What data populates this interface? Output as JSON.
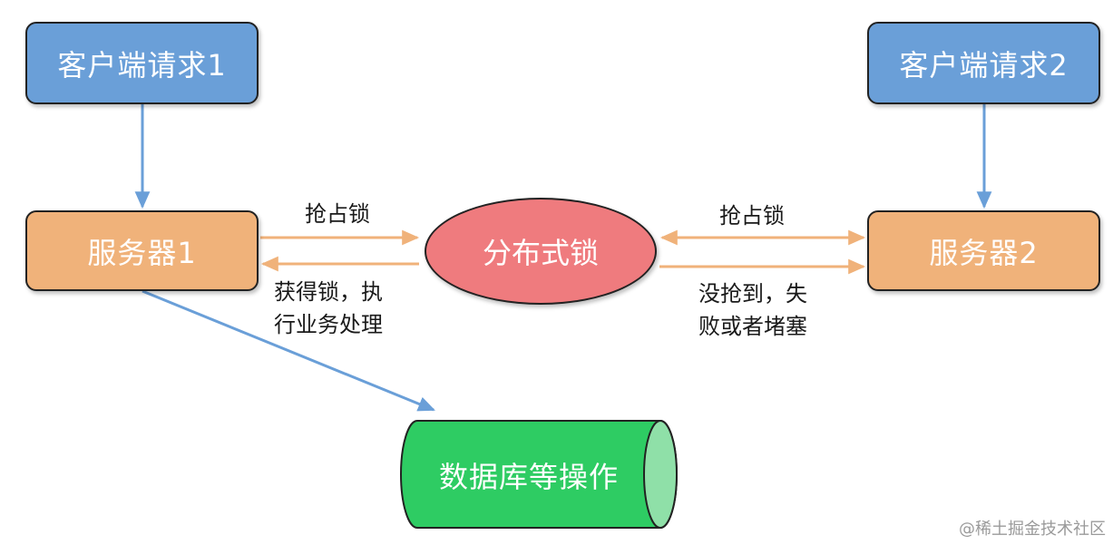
{
  "nodes": {
    "client1": "客户端请求1",
    "client2": "客户端请求2",
    "server1": "服务器1",
    "server2": "服务器2",
    "lock": "分布式锁",
    "database": "数据库等操作"
  },
  "edge_labels": {
    "server1_grab": "抢占锁",
    "server1_acquired": [
      "获得锁，执",
      "行业务处理"
    ],
    "server2_grab": "抢占锁",
    "server2_failed": [
      "没抢到，失",
      "败或者堵塞"
    ]
  },
  "watermark": "@稀土掘金技术社区",
  "colors": {
    "client": "#6a9fd8",
    "server": "#f0b27a",
    "lock": "#ef7b7e",
    "database": "#2ecc63",
    "flow_blue": "#6a9fd8",
    "flow_orange": "#f0b27a"
  }
}
